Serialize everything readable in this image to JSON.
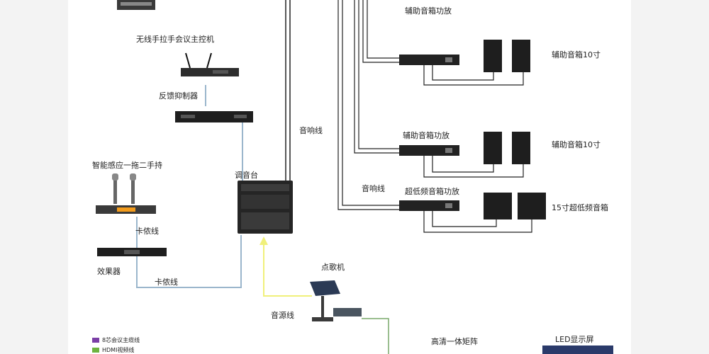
{
  "labels": {
    "wireless_host": "无线手拉手会议主控机",
    "feedback": "反馈抑制器",
    "smart_mic": "智能感应一拖二手持",
    "card_line_1": "卡侬线",
    "effects": "效果器",
    "card_line_2": "卡侬线",
    "mixer": "调音台",
    "speaker_cable_1": "音响线",
    "speaker_cable_2": "音响线",
    "aux_amp_top": "辅助音箱功放",
    "aux_spk_1": "辅助音箱10寸",
    "aux_amp_mid": "辅助音箱功放",
    "aux_spk_2": "辅助音箱10寸",
    "sub_amp": "超低频音箱功放",
    "sub_spk": "15寸超低频音箱",
    "ktv": "点歌机",
    "audio_line": "音源线",
    "hd_matrix": "高清一体矩阵",
    "led_screen": "LED显示屏"
  },
  "legend": [
    {
      "text": "8芯会议主缆线",
      "color": "#7b3fa6"
    },
    {
      "text": "HDMI视频线",
      "color": "#6db33f"
    }
  ],
  "colors": {
    "blue_line": "#9bb6cc",
    "yellow_line": "#f0f07a",
    "green_line": "#79a86a",
    "black_line": "#222222"
  }
}
